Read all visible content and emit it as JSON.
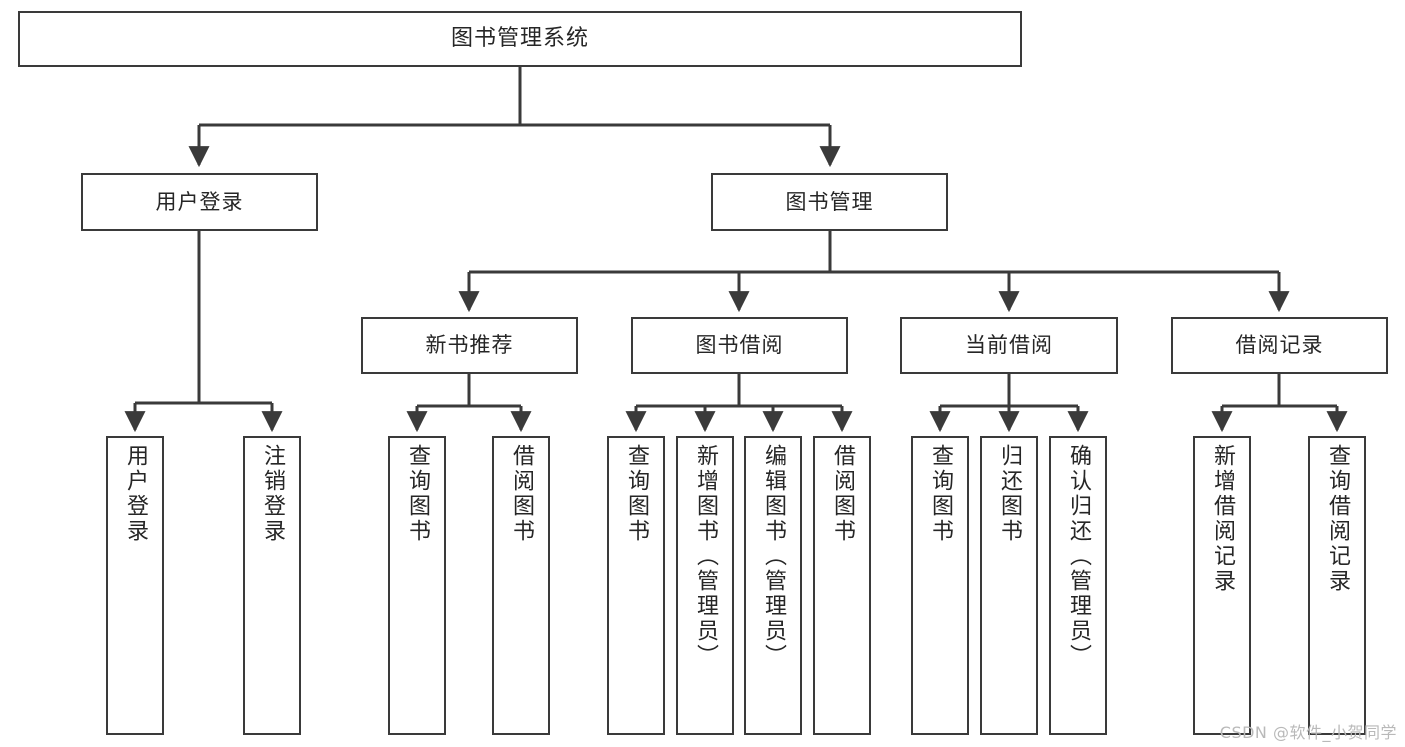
{
  "diagram": {
    "type": "tree",
    "title": "图书管理系统",
    "watermark": "CSDN @软件_小贺同学",
    "colors": {
      "box_border": "#3a3a3a",
      "box_fill": "#ffffff",
      "connector": "#3a3a3a",
      "text": "#262626",
      "watermark": "#b9b9b9",
      "background": "#ffffff"
    },
    "nodes": {
      "root": {
        "label": "图书管理系统"
      },
      "level2": [
        {
          "id": "user-login",
          "label": "用户登录"
        },
        {
          "id": "book-manage",
          "label": "图书管理"
        }
      ],
      "level3": [
        {
          "id": "new-book-recommend",
          "label": "新书推荐"
        },
        {
          "id": "book-borrow",
          "label": "图书借阅"
        },
        {
          "id": "current-borrow",
          "label": "当前借阅"
        },
        {
          "id": "borrow-record",
          "label": "借阅记录"
        }
      ],
      "leaves": {
        "user-login": [
          {
            "id": "leaf-user-login",
            "label": "用户登录"
          },
          {
            "id": "leaf-user-logout",
            "label": "注销登录"
          }
        ],
        "new-book-recommend": [
          {
            "id": "leaf-query-book-1",
            "label": "查询图书"
          },
          {
            "id": "leaf-borrow-book-1",
            "label": "借阅图书"
          }
        ],
        "book-borrow": [
          {
            "id": "leaf-query-book-2",
            "label": "查询图书"
          },
          {
            "id": "leaf-add-book",
            "label": "新增图书（管理员）"
          },
          {
            "id": "leaf-edit-book",
            "label": "编辑图书（管理员）"
          },
          {
            "id": "leaf-borrow-book-2",
            "label": "借阅图书"
          }
        ],
        "current-borrow": [
          {
            "id": "leaf-query-book-3",
            "label": "查询图书"
          },
          {
            "id": "leaf-return-book",
            "label": "归还图书"
          },
          {
            "id": "leaf-confirm-return",
            "label": "确认归还（管理员）"
          }
        ],
        "borrow-record": [
          {
            "id": "leaf-add-record",
            "label": "新增借阅记录"
          },
          {
            "id": "leaf-query-record",
            "label": "查询借阅记录"
          }
        ]
      }
    }
  }
}
